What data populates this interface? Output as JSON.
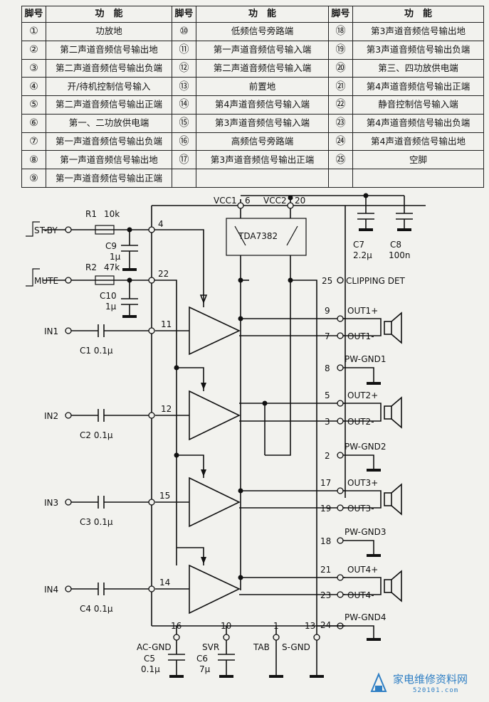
{
  "table": {
    "headers": [
      "脚号",
      "功　能",
      "脚号",
      "功　能",
      "脚号",
      "功　能"
    ],
    "col1": [
      {
        "pin": "①",
        "func": "功放地"
      },
      {
        "pin": "②",
        "func": "第二声道音频信号输出地"
      },
      {
        "pin": "③",
        "func": "第二声道音频信号输出负端"
      },
      {
        "pin": "④",
        "func": "开/待机控制信号输入"
      },
      {
        "pin": "⑤",
        "func": "第二声道音频信号输出正端"
      },
      {
        "pin": "⑥",
        "func": "第一、二功放供电端"
      },
      {
        "pin": "⑦",
        "func": "第一声道音频信号输出负端"
      },
      {
        "pin": "⑧",
        "func": "第一声道音频信号输出地"
      },
      {
        "pin": "⑨",
        "func": "第一声道音频信号输出正端"
      }
    ],
    "col2": [
      {
        "pin": "⑩",
        "func": "低频信号旁路端"
      },
      {
        "pin": "⑪",
        "func": "第一声道音频信号输入端"
      },
      {
        "pin": "⑫",
        "func": "第二声道音频信号输入端"
      },
      {
        "pin": "⑬",
        "func": "前置地"
      },
      {
        "pin": "⑭",
        "func": "第4声道音频信号输入端"
      },
      {
        "pin": "⑮",
        "func": "第3声道音频信号输入端"
      },
      {
        "pin": "⑯",
        "func": "高频信号旁路端"
      },
      {
        "pin": "⑰",
        "func": "第3声道音频信号输出正端"
      }
    ],
    "col3": [
      {
        "pin": "⑱",
        "func": "第3声道音频信号输出地"
      },
      {
        "pin": "⑲",
        "func": "第3声道音频信号输出负端"
      },
      {
        "pin": "⑳",
        "func": "第三、四功放供电端"
      },
      {
        "pin": "㉑",
        "func": "第4声道音频信号输出正端"
      },
      {
        "pin": "㉒",
        "func": "静音控制信号输入端"
      },
      {
        "pin": "㉓",
        "func": "第4声道音频信号输出负端"
      },
      {
        "pin": "㉔",
        "func": "第4声道音频信号输出地"
      },
      {
        "pin": "㉕",
        "func": "空脚"
      }
    ]
  },
  "schematic": {
    "chip": "TDA7382",
    "vcc1": "VCC1",
    "vcc2": "VCC2",
    "pin_numbers": {
      "p6": "6",
      "p20": "20",
      "p4": "4",
      "p22": "22",
      "p25": "25",
      "p11": "11",
      "p9": "9",
      "p7": "7",
      "p8": "8",
      "p12": "12",
      "p5": "5",
      "p3": "3",
      "p2": "2",
      "p15": "15",
      "p17": "17",
      "p19": "19",
      "p18": "18",
      "p14": "14",
      "p21": "21",
      "p23": "23",
      "p24": "24",
      "p16": "16",
      "p10": "10",
      "p1": "1",
      "p13": "13"
    },
    "inputs": {
      "stby": "ST-BY",
      "mute": "MUTE",
      "in1": "IN1",
      "in2": "IN2",
      "in3": "IN3",
      "in4": "IN4"
    },
    "components": {
      "r1": "R1",
      "r1_val": "10k",
      "r2": "R2",
      "r2_val": "47k",
      "c9": "C9",
      "c9_val": "1μ",
      "c10": "C10",
      "c10_val": "1μ",
      "c1": "C1  0.1μ",
      "c2": "C2  0.1μ",
      "c3": "C3  0.1μ",
      "c4": "C4  0.1μ",
      "c7": "C7",
      "c7_val": "2.2μ",
      "c8": "C8",
      "c8_val": "100n",
      "c5": "C5",
      "c5_val": "0.1μ",
      "c6": "C6",
      "c6_val": "7μ"
    },
    "outputs": {
      "clip": "CLIPPING  DET",
      "out1p": "OUT1+",
      "out1m": "OUT1-",
      "pg1": "PW-GND1",
      "out2p": "OUT2+",
      "out2m": "OUT2-",
      "pg2": "PW-GND2",
      "out3p": "OUT3+",
      "out3m": "OUT3-",
      "pg3": "PW-GND3",
      "out4p": "OUT4+",
      "out4m": "OUT4-",
      "pg4": "PW-GND4"
    },
    "bottom": {
      "acgnd": "AC-GND",
      "svr": "SVR",
      "tab": "TAB",
      "sgnd": "S-GND"
    }
  },
  "watermark": {
    "text": "家电维修资料网",
    "url": "520101.com"
  }
}
